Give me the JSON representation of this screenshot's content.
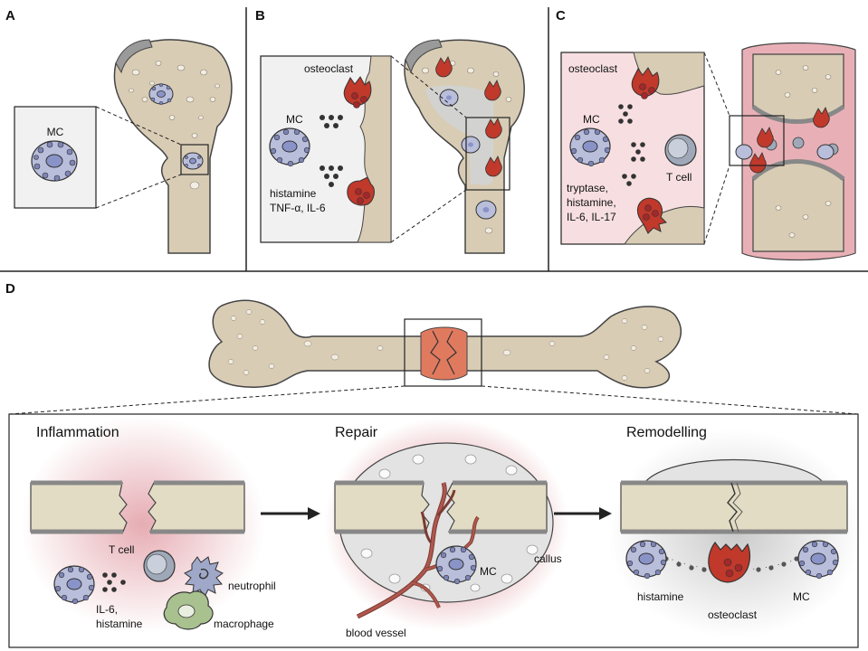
{
  "panels": {
    "A": {
      "letter": "A",
      "mc": "MC"
    },
    "B": {
      "letter": "B",
      "osteoclast": "osteoclast",
      "mc": "MC",
      "mediators_1": "histamine",
      "mediators_2": "TNF-α, IL-6"
    },
    "C": {
      "letter": "C",
      "osteoclast": "osteoclast",
      "mc": "MC",
      "tcell": "T cell",
      "mediators_1": "tryptase,",
      "mediators_2": "histamine,",
      "mediators_3": "IL-6, IL-17"
    },
    "D": {
      "letter": "D",
      "inflammation": {
        "title": "Inflammation",
        "tcell": "T cell",
        "mediators_1": "IL-6,",
        "mediators_2": "histamine",
        "neutrophil": "neutrophil",
        "macrophage": "macrophage"
      },
      "repair": {
        "title": "Repair",
        "mc": "MC",
        "callus": "callus",
        "vessel": "blood vessel"
      },
      "remodelling": {
        "title": "Remodelling",
        "histamine": "histamine",
        "osteoclast": "osteoclast",
        "mc": "MC"
      }
    }
  },
  "colors": {
    "bone": "#d8ccb5",
    "bone_edge": "#4a4a4a",
    "mast_cell": "#b9bedb",
    "osteoclast": "#c0392b",
    "inflammation": "#e8b0b6",
    "callus": "#e3e3e3"
  },
  "icons": [
    "mast-cell-icon",
    "osteoclast-icon",
    "t-cell-icon",
    "neutrophil-icon",
    "macrophage-icon",
    "arrow-right-icon"
  ]
}
